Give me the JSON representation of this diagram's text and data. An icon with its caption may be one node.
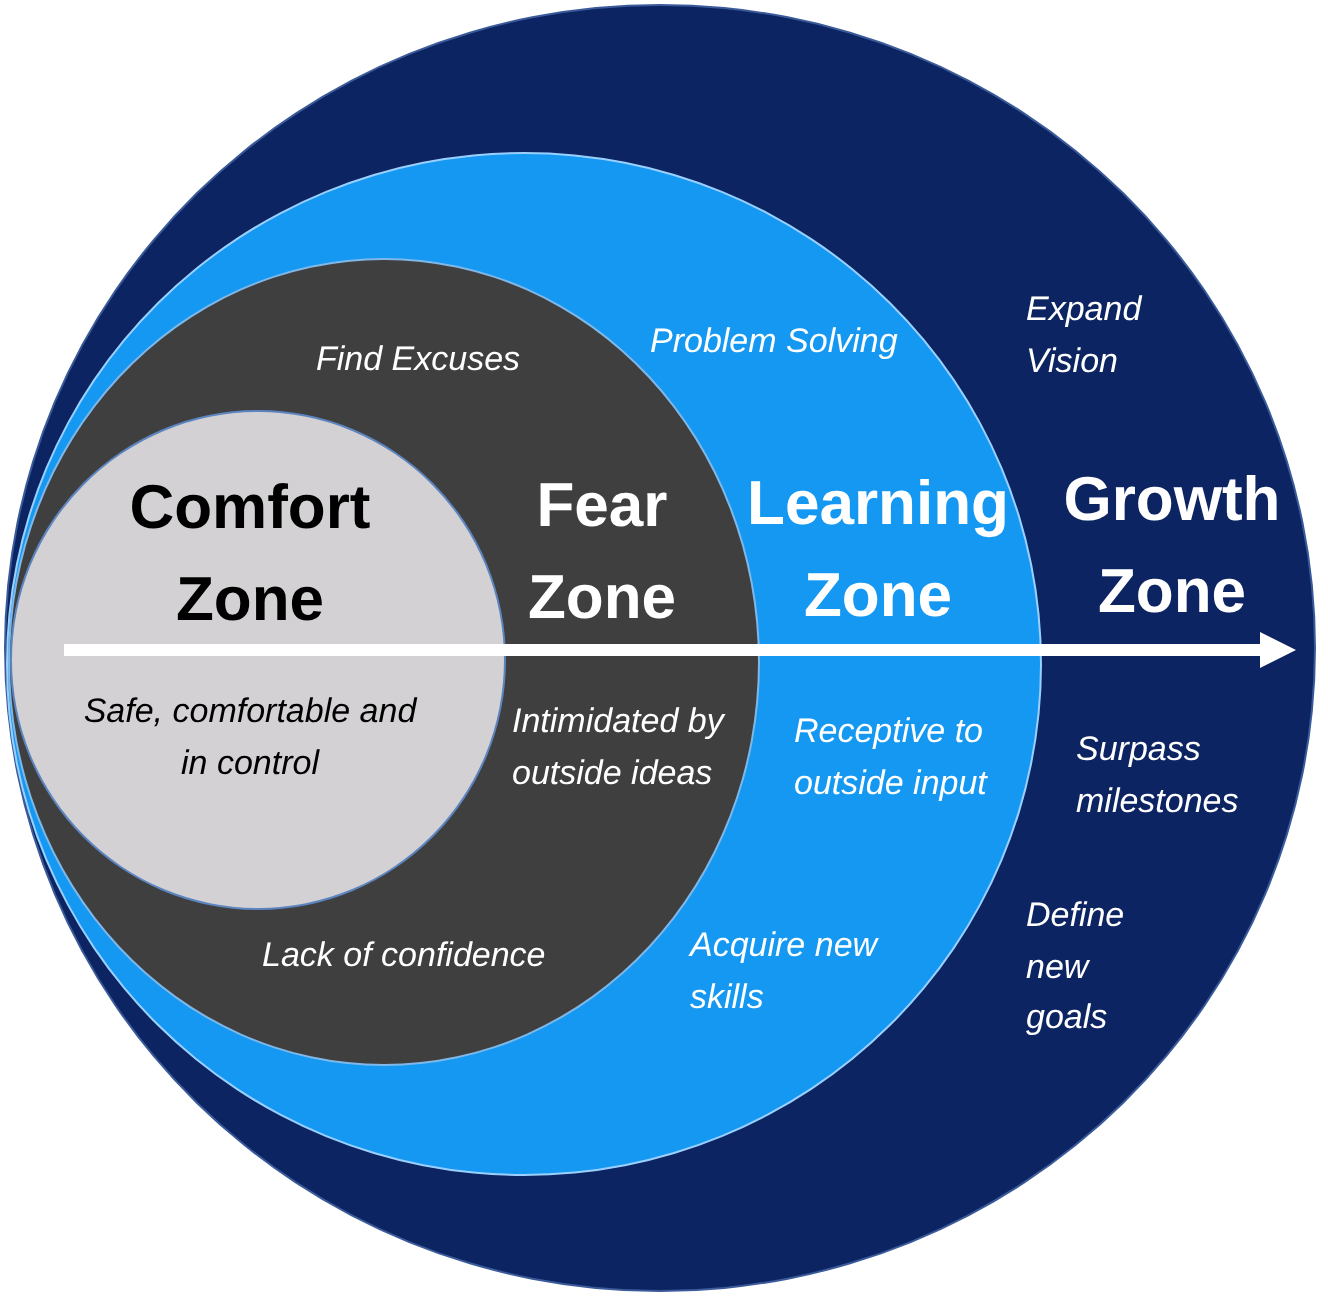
{
  "diagram": {
    "nodes": [
      {
        "text": [
          "Growth Zone",
          "Expand Vision",
          "Surpass milestones",
          "Define new goals"
        ]
      },
      {
        "text": [
          "Learning Zone",
          "Problem Solving",
          "Receptive to outside input",
          "Acquire new skills"
        ],
        "in": 0
      },
      {
        "text": [
          "Fear Zone",
          "Find Excuses",
          "Intimidated by outside ideas",
          "Lack of confidence"
        ],
        "in": 1
      },
      {
        "text": [
          "Comfort Zone",
          "Safe, comfortable and in control"
        ],
        "in": 2
      }
    ]
  }
}
